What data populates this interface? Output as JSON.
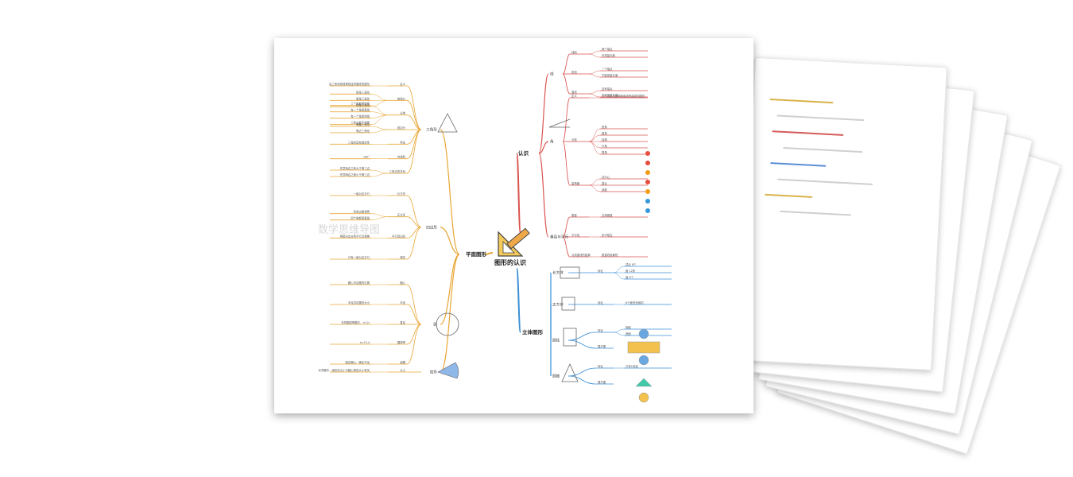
{
  "diagram": {
    "root": "图形的认识",
    "watermark": "数学思维导图",
    "branches": {
      "plane": {
        "label": "平面图形",
        "groups": [
          {
            "label": "三角形",
            "subs": [
              {
                "label": "定义",
                "leaves": [
                  "由三条线段首尾相连所围成的图形"
                ]
              },
              {
                "label": "按角分",
                "leaves": [
                  "锐角三角形",
                  "直角三角形",
                  "钝角三角形"
                ]
              },
              {
                "label": "分类",
                "leaves": [
                  "三个角都是锐角",
                  "有一个角是直角",
                  "有一个角是钝角",
                  "三条边都不相等"
                ]
              },
              {
                "label": "按边分",
                "leaves": [
                  "等腰三角形",
                  "等边三角形"
                ]
              },
              {
                "label": "特征",
                "leaves": [
                  "三角形具有稳定性"
                ]
              },
              {
                "label": "内角和",
                "leaves": [
                  "180°"
                ]
              },
              {
                "label": "三条边的关系",
                "leaves": [
                  "任意两边之和大于第三边",
                  "任意两边之差小于第三边"
                ]
              }
            ]
          },
          {
            "label": "四边形",
            "subs": [
              {
                "label": "长方形",
                "leaves": [
                  "一组对边平行"
                ]
              },
              {
                "label": "正方形",
                "leaves": [
                  "四条边都相等",
                  "四个角都是直角"
                ]
              },
              {
                "label": "平行四边形",
                "leaves": [
                  "两组对边分别平行且相等"
                ]
              },
              {
                "label": "梯形",
                "leaves": [
                  "只有一组对边平行"
                ]
              }
            ]
          },
          {
            "label": "圆",
            "subs": [
              {
                "label": "圆心",
                "leaves": [
                  "圆心决定圆的位置"
                ]
              },
              {
                "label": "半径",
                "leaves": [
                  "半径决定圆的大小"
                ]
              },
              {
                "label": "直径",
                "leaves": [
                  "在同圆或等圆中，d=2r"
                ]
              },
              {
                "label": "圆周率",
                "leaves": [
                  "π≈3.14"
                ]
              },
              {
                "label": "画圆",
                "leaves": [
                  "固定圆心，确定半径"
                ]
              }
            ]
          },
          {
            "label": "扇形",
            "subs": [
              {
                "label": "大小",
                "leaves": [
                  "在同圆中，扇形的大小与圆心角的大小有关"
                ]
              }
            ]
          }
        ]
      },
      "recognize": {
        "label": "认识",
        "groups": [
          {
            "label": "线",
            "subs": [
              {
                "label": "线段",
                "leaves": [
                  "两个端点",
                  "可测量长度"
                ]
              },
              {
                "label": "射线",
                "leaves": [
                  "一个端点",
                  "不能测量长度"
                ]
              },
              {
                "label": "直线",
                "leaves": [
                  "没有端点",
                  "不能测量长度"
                ]
              }
            ]
          },
          {
            "label": "角",
            "subs": [
              {
                "label": "定义",
                "leaves": [
                  "从一点引出的两条射线所组成的图形"
                ]
              },
              {
                "label": "分类",
                "leaves": [
                  "锐角",
                  "直角",
                  "钝角",
                  "平角",
                  "周角"
                ]
              },
              {
                "label": "量角器",
                "leaves": [
                  "对中心",
                  "重合",
                  "读数"
                ]
              }
            ]
          },
          {
            "label": "垂直与平行",
            "subs": [
              {
                "label": "垂直",
                "leaves": [
                  "互相垂直"
                ]
              },
              {
                "label": "平行线",
                "leaves": [
                  "永不相交"
                ]
              },
              {
                "label": "点到直线的距离",
                "leaves": [
                  "垂直线段最短"
                ]
              }
            ]
          }
        ]
      },
      "solid": {
        "label": "立体图形",
        "groups": [
          {
            "label": "长方体",
            "subs": [
              {
                "label": "特征",
                "leaves": [
                  "顶点 8个",
                  "棱 12条",
                  "面 6个"
                ]
              }
            ]
          },
          {
            "label": "正方体",
            "subs": [
              {
                "label": "特征",
                "leaves": [
                  "6个面完全相同"
                ]
              }
            ]
          },
          {
            "label": "圆柱",
            "subs": [
              {
                "label": "特征",
                "leaves": [
                  "侧面",
                  "底面"
                ]
              },
              {
                "label": "展开图",
                "leaves": []
              }
            ]
          },
          {
            "label": "圆锥",
            "subs": [
              {
                "label": "特征",
                "leaves": [
                  "只有1条高"
                ]
              },
              {
                "label": "展开图",
                "leaves": []
              }
            ]
          }
        ]
      }
    }
  },
  "colors": {
    "plane": "#e8a532",
    "recognize": "#d9534f",
    "solid": "#3a8fd6",
    "root": "#555555"
  },
  "icons": {
    "root": "ruler-triangle-icon"
  }
}
